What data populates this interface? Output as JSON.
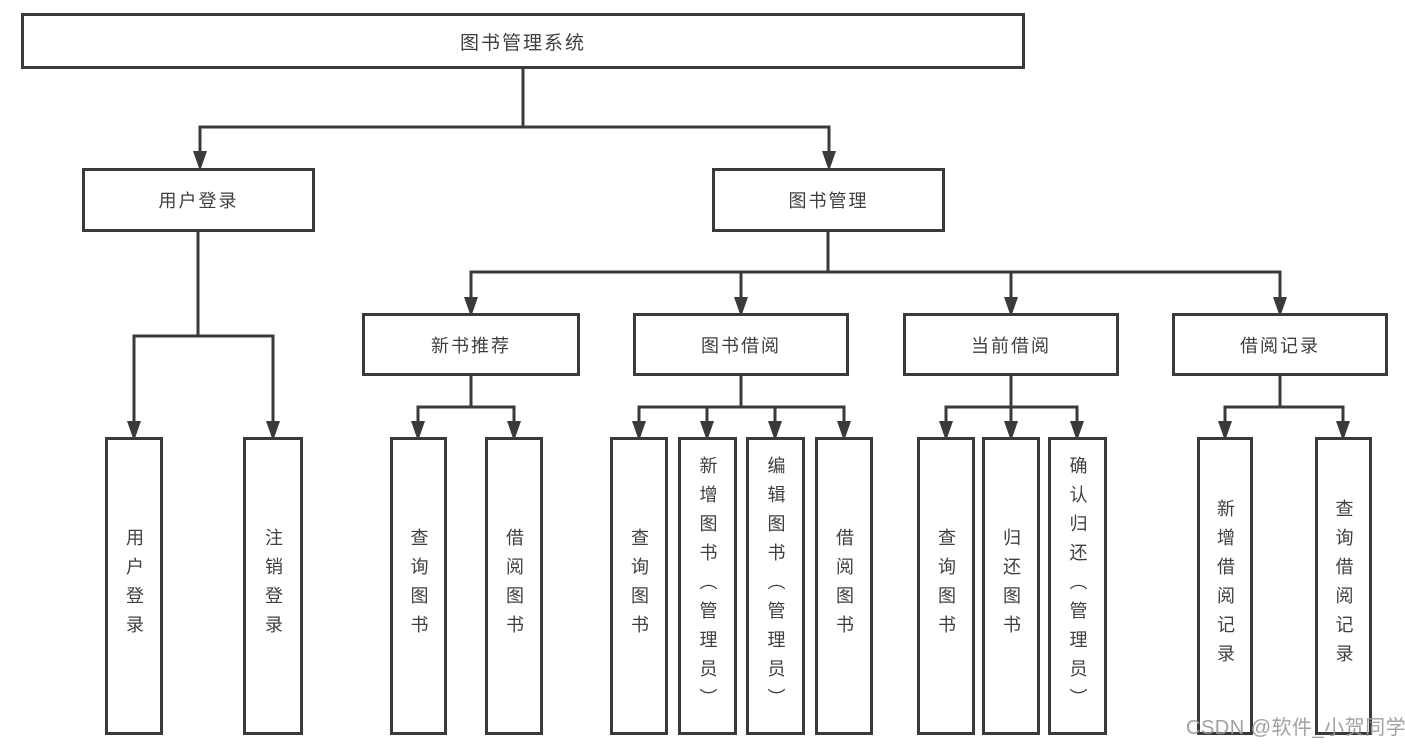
{
  "colors": {
    "line": "#3a3a3a",
    "text": "#3f3f3f",
    "watermark": "#9c9c9c",
    "background": "#ffffff"
  },
  "diagram": {
    "root": {
      "label": "图书管理系统"
    },
    "branches": [
      {
        "label": "用户登录",
        "children": [
          {
            "label": "用户登录"
          },
          {
            "label": "注销登录"
          }
        ]
      },
      {
        "label": "图书管理",
        "children": [
          {
            "label": "新书推荐",
            "children": [
              {
                "label": "查询图书"
              },
              {
                "label": "借阅图书"
              }
            ]
          },
          {
            "label": "图书借阅",
            "children": [
              {
                "label": "查询图书"
              },
              {
                "label": "新增图书（管理员）"
              },
              {
                "label": "编辑图书（管理员）"
              },
              {
                "label": "借阅图书"
              }
            ]
          },
          {
            "label": "当前借阅",
            "children": [
              {
                "label": "查询图书"
              },
              {
                "label": "归还图书"
              },
              {
                "label": "确认归还（管理员）"
              }
            ]
          },
          {
            "label": "借阅记录",
            "children": [
              {
                "label": "新增借阅记录"
              },
              {
                "label": "查询借阅记录"
              }
            ]
          }
        ]
      }
    ]
  },
  "watermark": {
    "text": "CSDN @软件_小贺同学"
  }
}
